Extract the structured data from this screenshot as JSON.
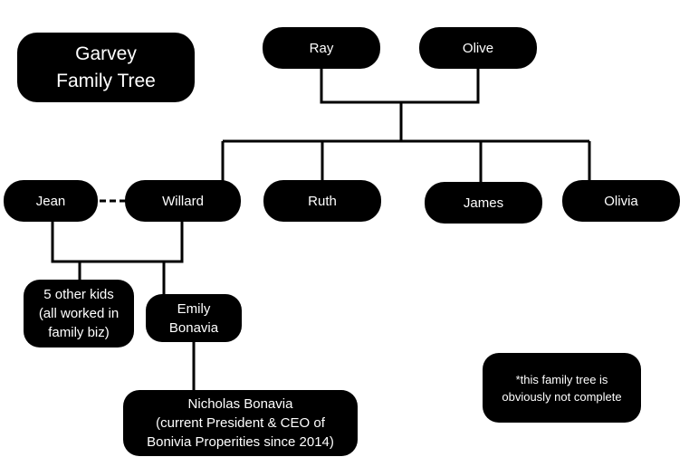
{
  "title": {
    "line1": "Garvey",
    "line2": "Family Tree"
  },
  "people": {
    "ray": "Ray",
    "olive": "Olive",
    "jean": "Jean",
    "willard": "Willard",
    "ruth": "Ruth",
    "james": "James",
    "olivia": "Olivia",
    "other_kids": {
      "line1": "5 other kids",
      "line2": "(all worked in",
      "line3": "family biz)"
    },
    "emily": {
      "line1": "Emily",
      "line2": "Bonavia"
    },
    "nicholas": {
      "line1": "Nicholas Bonavia",
      "line2": "(current President & CEO of",
      "line3": "Bonivia Properities since 2014)"
    }
  },
  "note": {
    "line1": "*this family tree is",
    "line2": "obviously not complete"
  },
  "colors": {
    "node_fill": "#000000",
    "node_text": "#ffffff",
    "connector": "#000000",
    "background": "#ffffff"
  }
}
